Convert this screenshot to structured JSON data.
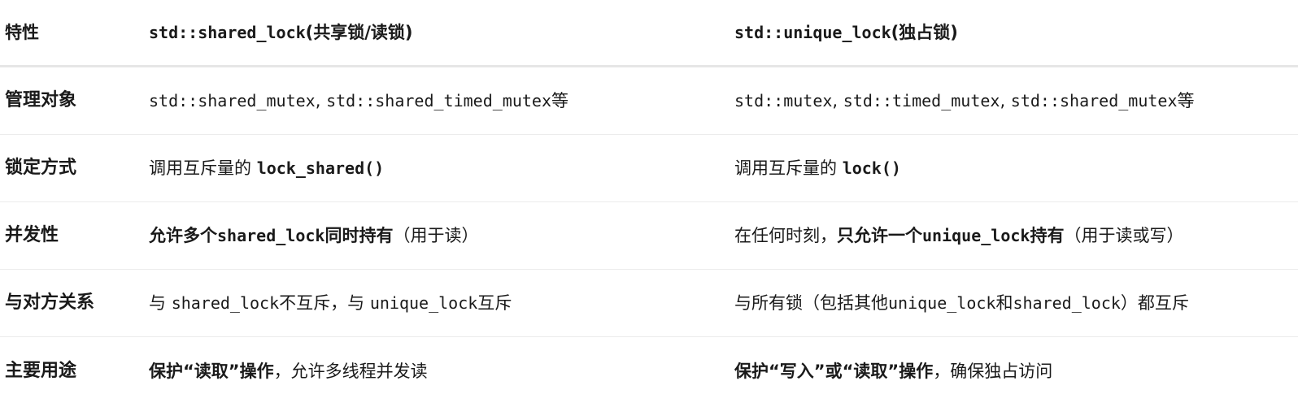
{
  "table": {
    "header": {
      "feature": "特性",
      "shared": {
        "code": "std::shared_lock",
        "note": "(共享锁/读锁)"
      },
      "unique": {
        "code": "std::unique_lock",
        "note": "(独占锁)"
      }
    },
    "rows": [
      {
        "feature": "管理对象",
        "shared": {
          "code1": "std::shared_mutex",
          "sep": ", ",
          "code2": "std::shared_timed_mutex",
          "tail": "等"
        },
        "unique": {
          "code1": "std::mutex",
          "sep1": ", ",
          "code2": "std::timed_mutex",
          "sep2": ", ",
          "code3": "std::shared_mutex",
          "tail": "等"
        }
      },
      {
        "feature": "锁定方式",
        "shared": {
          "text": "调用互斥量的 ",
          "code": "lock_shared()"
        },
        "unique": {
          "text": "调用互斥量的 ",
          "code": "lock()"
        }
      },
      {
        "feature": "并发性",
        "shared": {
          "b1": "允许多个",
          "bcode": "shared_lock",
          "b2": "同时持有",
          "tail": "（用于读）"
        },
        "unique": {
          "pre": "在任何时刻，",
          "b1": "只允许一个",
          "bcode": "unique_lock",
          "b2": "持有",
          "tail": "（用于读或写）"
        }
      },
      {
        "feature": "与对方关系",
        "shared": {
          "t1": "与 ",
          "c1": "shared_lock",
          "t2": "不互斥，与 ",
          "c2": "unique_lock",
          "t3": "互斥"
        },
        "unique": {
          "t1": "与所有锁（包括其他",
          "c1": "unique_lock",
          "t2": "和",
          "c2": "shared_lock",
          "t3": "）都互斥"
        }
      },
      {
        "feature": "主要用途",
        "shared": {
          "b": "保护“读取”操作",
          "tail": "，允许多线程并发读"
        },
        "unique": {
          "b": "保护“写入”或“读取”操作",
          "tail": "，确保独占访问"
        }
      }
    ]
  }
}
